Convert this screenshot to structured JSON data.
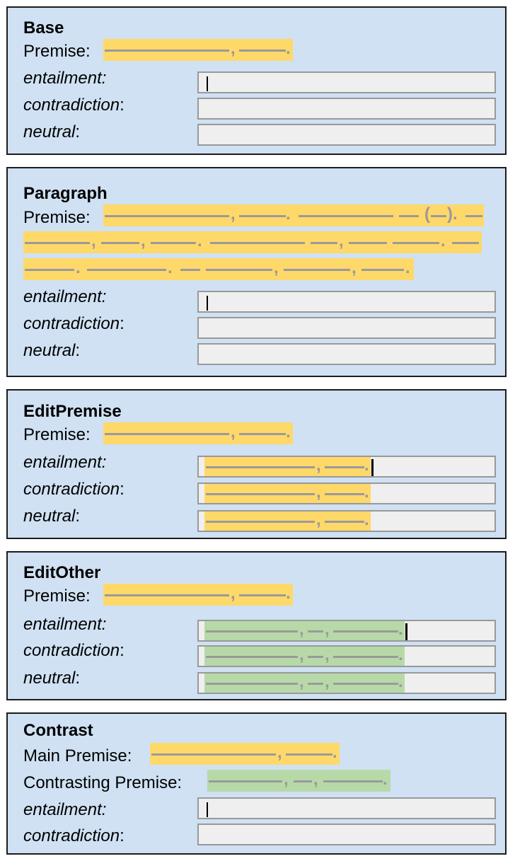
{
  "panels": [
    {
      "title": "Base",
      "premise_label": "Premise:",
      "hypotheses": [
        {
          "label": "entailment",
          "suffix": ":"
        },
        {
          "label": "contradiction",
          "suffix": ":"
        },
        {
          "label": "neutral",
          "suffix": ":"
        }
      ]
    },
    {
      "title": "Paragraph",
      "premise_label": "Premise:",
      "hypotheses": [
        {
          "label": "entailment",
          "suffix": ":"
        },
        {
          "label": "contradiction",
          "suffix": ":"
        },
        {
          "label": "neutral",
          "suffix": ":"
        }
      ]
    },
    {
      "title": "EditPremise",
      "premise_label": "Premise:",
      "hypotheses": [
        {
          "label": "entailment",
          "suffix": ":"
        },
        {
          "label": "contradiction",
          "suffix": ":"
        },
        {
          "label": "neutral",
          "suffix": ":"
        }
      ]
    },
    {
      "title": "EditOther",
      "premise_label": "Premise:",
      "hypotheses": [
        {
          "label": "entailment",
          "suffix": ":"
        },
        {
          "label": "contradiction",
          "suffix": ":"
        },
        {
          "label": "neutral",
          "suffix": ":"
        }
      ]
    },
    {
      "title": "Contrast",
      "main_premise_label": "Main Premise:",
      "contrasting_premise_label": "Contrasting Premise:",
      "hypotheses": [
        {
          "label": "entailment",
          "suffix": ":"
        },
        {
          "label": "contradiction",
          "suffix": ":"
        }
      ]
    }
  ],
  "placeholder_punct": {
    "comma": ",",
    "period": ".",
    "paren_open": "(",
    "paren_close": ")."
  },
  "colors": {
    "panel_bg": "#cfe1f3",
    "premise_highlight": "#ffd86a",
    "other_highlight": "#b7d9a8",
    "input_bg": "#efefef",
    "placeholder_dash": "#9a9a9a"
  }
}
